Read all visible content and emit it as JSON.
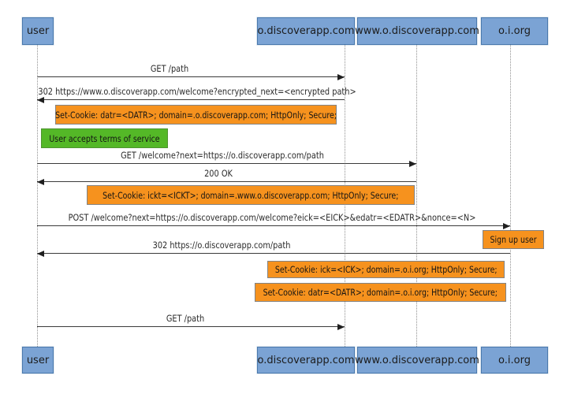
{
  "diagram": {
    "type": "sequence",
    "actors": [
      {
        "id": "user",
        "label": "user"
      },
      {
        "id": "odc",
        "label": "o.discoverapp.com"
      },
      {
        "id": "www",
        "label": "www.o.discoverapp.com"
      },
      {
        "id": "oio",
        "label": "o.i.org"
      }
    ],
    "events": [
      {
        "kind": "message",
        "from": "user",
        "to": "odc",
        "label": "GET /path"
      },
      {
        "kind": "message",
        "from": "odc",
        "to": "user",
        "label": "302 https://www.o.discoverapp.com/welcome?encrypted_next=<encrypted path>"
      },
      {
        "kind": "note",
        "color": "orange",
        "label": "Set-Cookie: datr=<DATR>; domain=.o.discoverapp.com; HttpOnly; Secure;"
      },
      {
        "kind": "note",
        "color": "green",
        "label": "User accepts terms of service"
      },
      {
        "kind": "message",
        "from": "user",
        "to": "www",
        "label": "GET /welcome?next=https://o.discoverapp.com/path"
      },
      {
        "kind": "message",
        "from": "www",
        "to": "user",
        "label": "200 OK"
      },
      {
        "kind": "note",
        "color": "orange",
        "label": "Set-Cookie: ickt=<ICKT>; domain=.www.o.discoverapp.com; HttpOnly; Secure;"
      },
      {
        "kind": "message",
        "from": "user",
        "to": "oio",
        "label": "POST /welcome?next=https://o.discoverapp.com/welcome?eick=<EICK>&edatr=<EDATR>&nonce=<N>"
      },
      {
        "kind": "note",
        "color": "orange",
        "label": "Sign up user"
      },
      {
        "kind": "message",
        "from": "oio",
        "to": "user",
        "label": "302 https://o.discoverapp.com/path"
      },
      {
        "kind": "note",
        "color": "orange",
        "label": "Set-Cookie: ick=<ICK>; domain=.o.i.org; HttpOnly; Secure;"
      },
      {
        "kind": "note",
        "color": "orange",
        "label": "Set-Cookie: datr=<DATR>; domain=.o.i.org; HttpOnly; Secure;"
      },
      {
        "kind": "message",
        "from": "user",
        "to": "odc",
        "label": "GET /path"
      }
    ],
    "colors": {
      "actor_fill": "#7ba3d4",
      "actor_border": "#4a79ad",
      "note_orange_fill": "#f6921e",
      "note_orange_border": "#838383",
      "note_green_fill": "#54b827",
      "note_green_border": "#4f9431",
      "message_line": "#3b3b3b",
      "lifeline": "#909090"
    }
  }
}
